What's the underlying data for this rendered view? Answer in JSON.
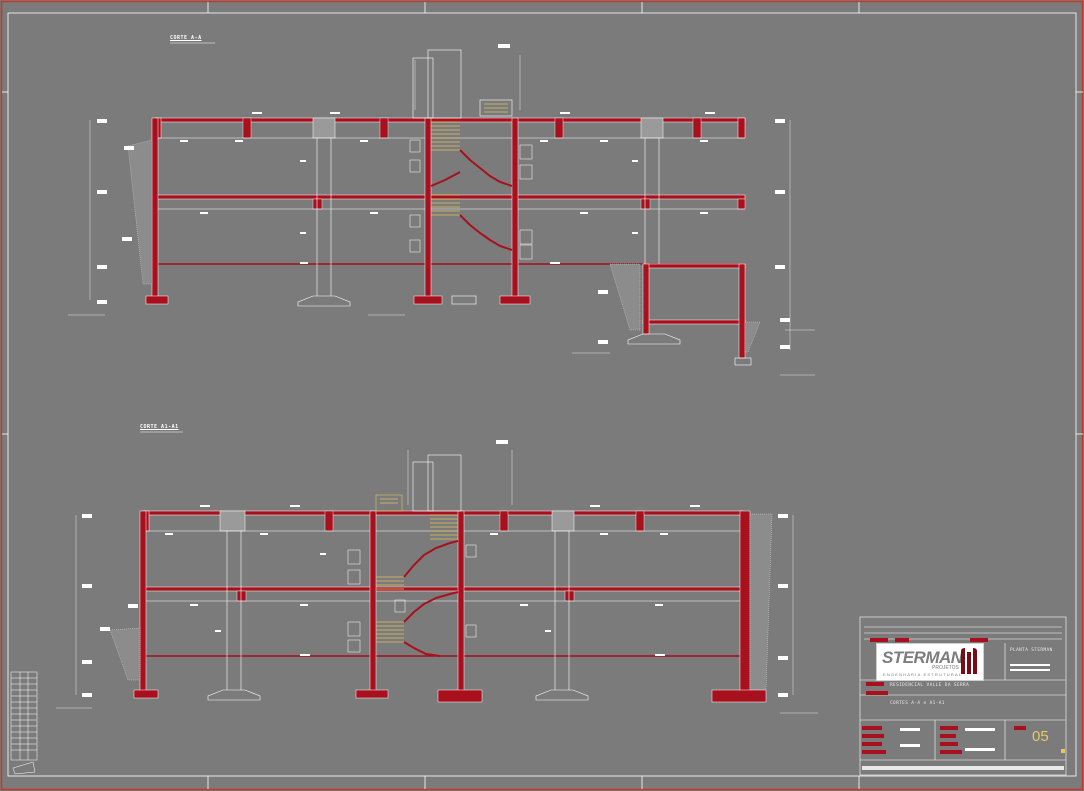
{
  "sections": [
    {
      "title": "CORTE A-A"
    },
    {
      "title": "CORTE A1-A1"
    }
  ],
  "title_block": {
    "company": "STERMAN",
    "company_suffix": "PROJETOS",
    "company_tagline": "ENGENHARIA  ESTRUTURAL",
    "sheet_title": "PLANTA STERMAN",
    "project": "RESIDENCIAL VALLE DA SERRA",
    "drawing": "CORTES A-A  e  A1-A1",
    "sheet_number": "05"
  },
  "colors": {
    "background": "#7b7b7b",
    "frame": "#c0392b",
    "structure": "#a8101e",
    "stairs": "#e0c060",
    "lines": "#ffffff"
  }
}
